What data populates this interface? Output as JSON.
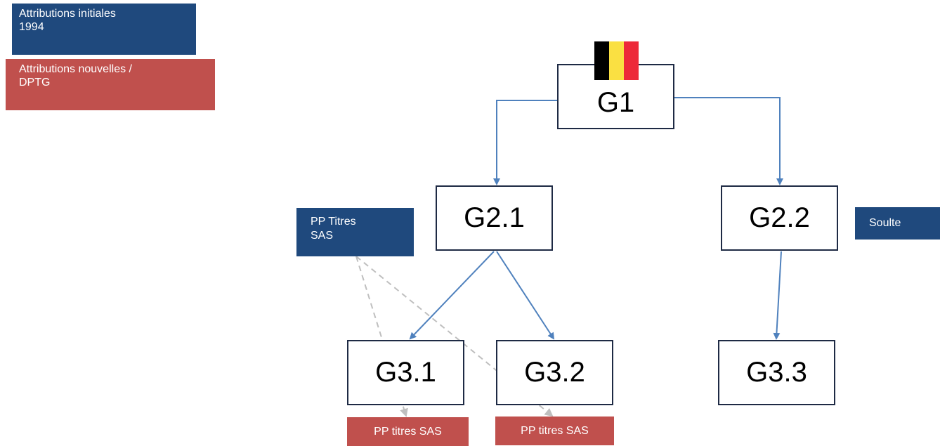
{
  "legend": {
    "initial": {
      "line1": "Attributions initiales",
      "line2": "1994",
      "color": "#1f497d"
    },
    "new": {
      "line1": "Attributions nouvelles /",
      "line2": "DPTG",
      "color": "#c0504d"
    }
  },
  "nodes": {
    "g1": "G1",
    "g21": "G2.1",
    "g22": "G2.2",
    "g31": "G3.1",
    "g32": "G3.2",
    "g33": "G3.3"
  },
  "tags": {
    "pp_titres": {
      "line1": "PP Titres",
      "line2": "SAS"
    },
    "soulte": "Soulte",
    "pp_sas_1": "PP titres SAS",
    "pp_sas_2": "PP titres SAS"
  },
  "flag": {
    "colors": [
      "#000000",
      "#fae042",
      "#ed2939"
    ]
  },
  "colors": {
    "edge": "#4f81bd",
    "dashed_edge": "#bfbfbf"
  }
}
